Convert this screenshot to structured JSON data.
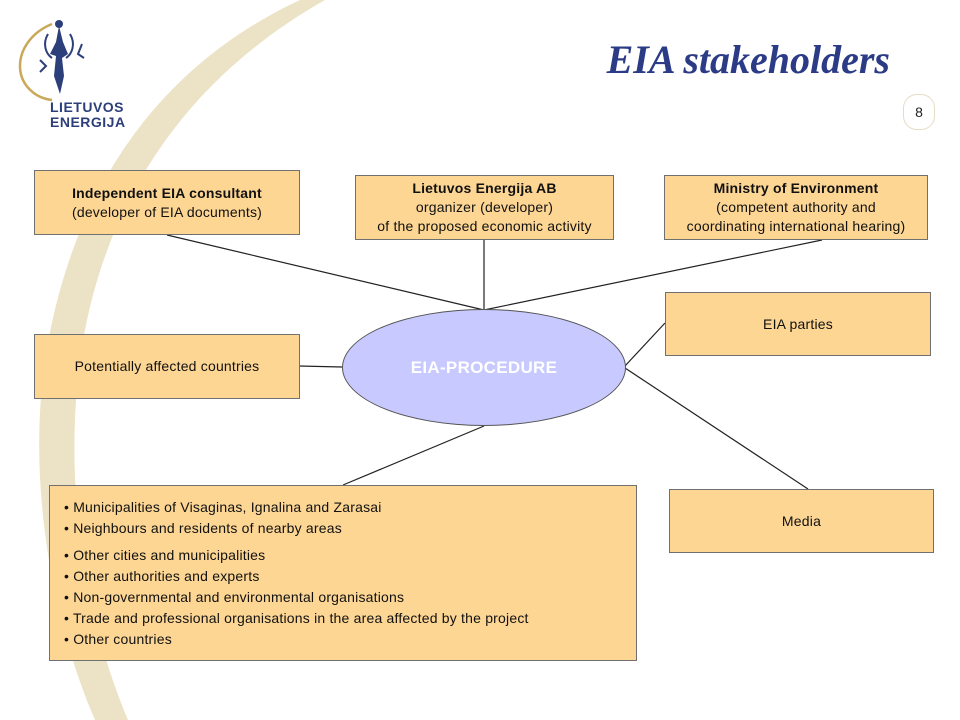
{
  "slide": {
    "title": "EIA stakeholders",
    "page_number": "8"
  },
  "logo": {
    "text_line1": "LIETUVOS",
    "text_line2": "ENERGIJA"
  },
  "colors": {
    "box_fill": "#fdd694",
    "ellipse_fill": "#c7c9ff",
    "title": "#2b3b86",
    "decorative_arc": "#e3d6ad"
  },
  "diagram": {
    "center": {
      "label": "EIA-PROCEDURE"
    },
    "consultant": {
      "title": "Independent EIA consultant",
      "subtitle": "(developer of EIA documents)"
    },
    "organizer": {
      "title": "Lietuvos Energija AB",
      "line2": "organizer (developer)",
      "line3": "of the proposed economic activity"
    },
    "ministry": {
      "title": "Ministry of Environment",
      "line2": "(competent authority and",
      "line3": "coordinating international hearing)"
    },
    "affected_countries": {
      "label": "Potentially affected countries"
    },
    "eia_parties": {
      "label": "EIA parties"
    },
    "media": {
      "label": "Media"
    },
    "others": {
      "items": [
        "• Municipalities of Visaginas, Ignalina and Zarasai",
        "• Neighbours and residents of nearby areas",
        "• Other cities and municipalities",
        "• Other authorities and experts",
        "• Non-governmental and environmental organisations",
        "• Trade and professional organisations in the area affected by the project",
        "• Other countries"
      ]
    }
  }
}
